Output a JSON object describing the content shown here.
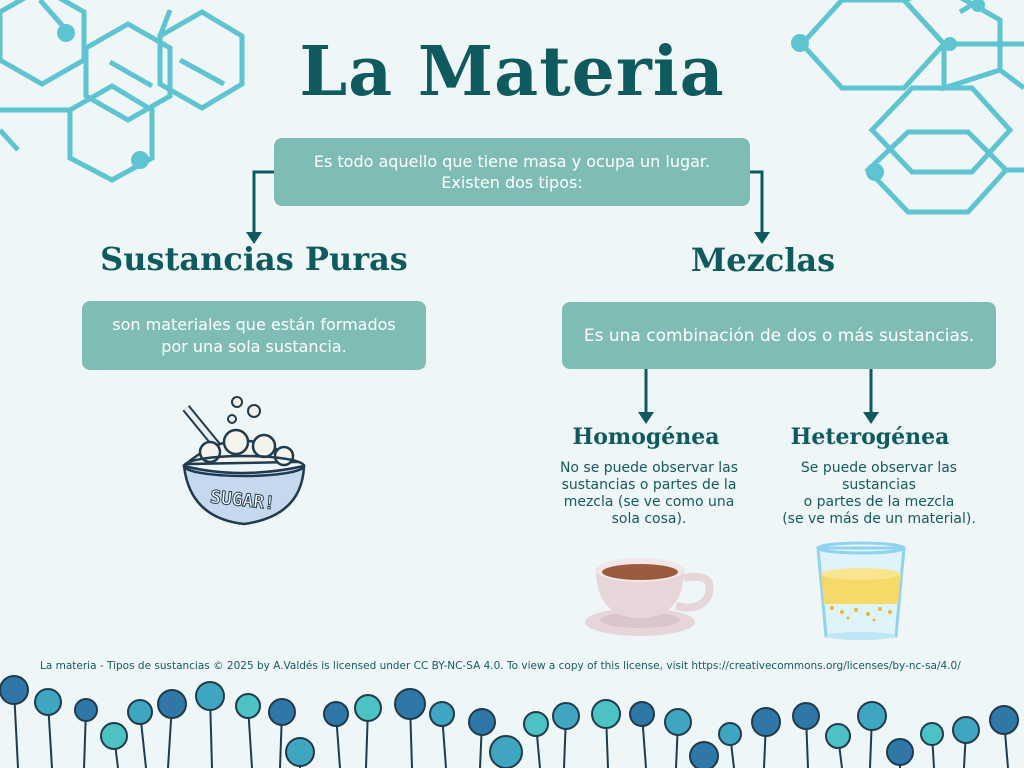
{
  "title": "La Materia",
  "definition": {
    "line1": "Es todo aquello que tiene masa y ocupa un lugar.",
    "line2": "Existen dos tipos:"
  },
  "pure": {
    "title": "Sustancias Puras",
    "line1": "son materiales que están formados",
    "line2": "por una sola sustancia.",
    "image_label": "SUGAR!"
  },
  "mixtures": {
    "title": "Mezclas",
    "description": "Es una combinación de dos o más sustancias.",
    "homogeneous": {
      "title": "Homogénea",
      "lines": [
        "No se puede observar las",
        "sustancias o partes de la",
        "mezcla (se ve como una",
        "sola cosa)."
      ]
    },
    "heterogeneous": {
      "title": "Heterogénea",
      "lines": [
        "Se puede observar las",
        "sustancias",
        "o partes de la mezcla",
        "(se ve más de un material)."
      ]
    }
  },
  "footer": "La materia - Tipos de sustancias  © 2025 by A.Valdés is licensed under CC BY-NC-SA 4.0. To view a copy of this license, visit https://creativecommons.org/licenses/by-nc-sa/4.0/",
  "colors": {
    "background": "#eef6f7",
    "title": "#0f5a5e",
    "box": "#7fbcb6",
    "hexagon": "#5ec4d1",
    "arrow": "#0f5a5e"
  }
}
